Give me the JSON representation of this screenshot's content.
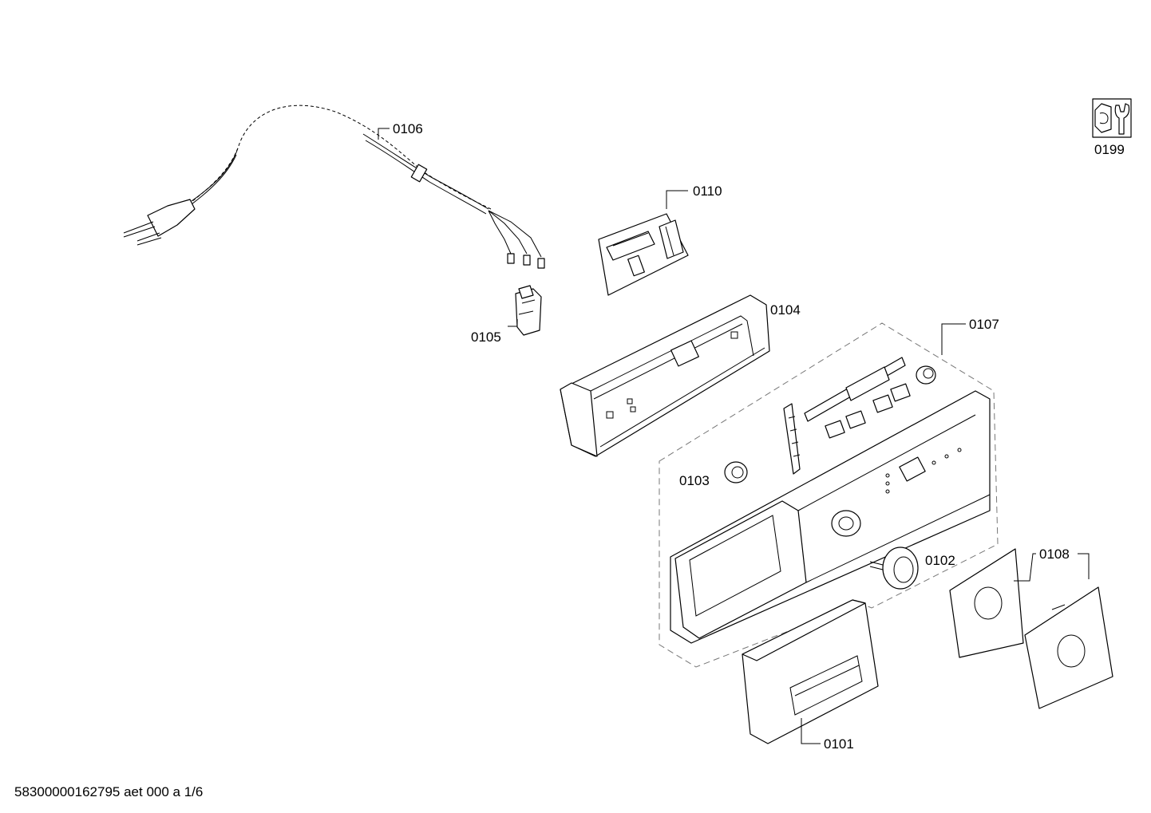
{
  "labels": {
    "p0101": "0101",
    "p0102": "0102",
    "p0103": "0103",
    "p0104": "0104",
    "p0105": "0105",
    "p0106": "0106",
    "p0107": "0107",
    "p0108": "0108",
    "p0110": "0110",
    "p0199": "0199"
  },
  "footer": {
    "doc_id": "58300000162795 aet 000 a 1/6"
  },
  "icons": {
    "service_tool": "wrench-nut-icon"
  }
}
